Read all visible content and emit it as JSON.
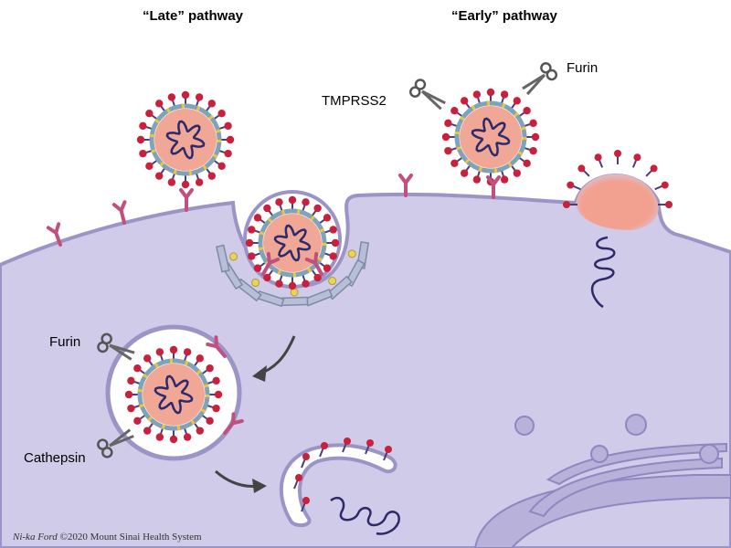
{
  "titles": {
    "late": "“Late” pathway",
    "early": "“Early” pathway"
  },
  "labels": {
    "furin_early": "Furin",
    "tmprss2": "TMPRSS2",
    "furin_late": "Furin",
    "cathepsin": "Cathepsin"
  },
  "credit": {
    "artist": "Ni-ka Ford",
    "rest": " ©2020 Mount Sinai Health System"
  },
  "colors": {
    "cytoplasm": "#cfcbe8",
    "membrane": "#9b94c6",
    "virion_core": "#f0a796",
    "spike": "#c9213d",
    "receptor": "#c2507e",
    "rna": "#2d2a6b",
    "clathrin": "#b6bfd6"
  }
}
